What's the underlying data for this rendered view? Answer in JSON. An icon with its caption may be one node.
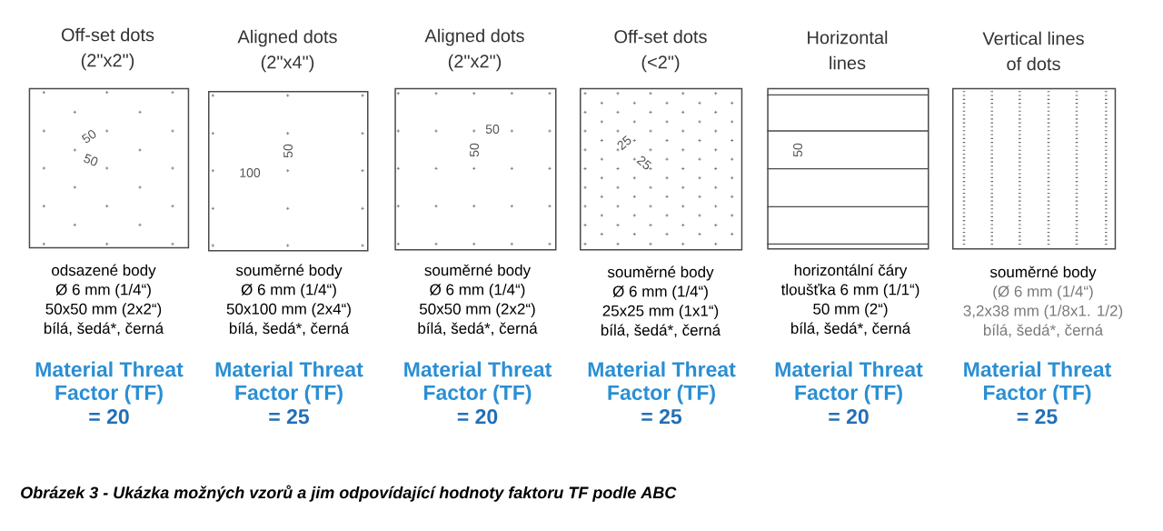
{
  "diagram": {
    "nodes": [
      {
        "text": [
          "Off-set dots (2\"x2\")",
          "50",
          "50"
        ],
        "beside": [
          "odsazené body",
          "Ø 6 mm (1/4“)",
          "50x50 mm (2x2“)",
          "bílá, šedá*, černá",
          "Material Threat Factor (TF)",
          "= 20"
        ]
      },
      {
        "text": [
          "Aligned dots (2\"x4\")",
          "50",
          "100"
        ],
        "beside": [
          "souměrné body",
          "Ø 6 mm (1/4“)",
          "50x100 mm (2x4“)",
          "bílá, šedá*, černá",
          "Material Threat Factor (TF)",
          "= 25"
        ]
      },
      {
        "text": [
          "Aligned dots (2\"x2\")",
          "50",
          "50"
        ],
        "beside": [
          "souměrné body",
          "Ø 6 mm (1/4“)",
          "50x50 mm (2x2“)",
          "bílá, šedá*, černá",
          "Material Threat Factor (TF)",
          "= 20"
        ]
      },
      {
        "text": [
          "Off-set dots (<2\")",
          "25",
          "25"
        ],
        "beside": [
          "souměrné body",
          "Ø 6 mm (1/4“)",
          "25x25 mm (1x1“)",
          "bílá, šedá*, černá",
          "Material Threat Factor (TF)",
          "= 25"
        ]
      },
      {
        "text": [
          "Horizontal lines",
          "50"
        ],
        "beside": [
          "horizontální čáry",
          "tloušťka 6 mm (1/1“)",
          "50 mm (2“)",
          "bílá, šedá*, černá",
          "Material Threat Factor (TF)",
          "= 20"
        ]
      },
      {
        "text": [
          "Vertical lines of dots"
        ],
        "beside": [
          "souměrné body",
          "(Ø 6 mm (1/4“)",
          "3,2x38 mm (1/8x1. 1/2)",
          "bílá, šedá*, černá",
          "Material Threat Factor (TF)",
          "= 25"
        ]
      }
    ],
    "caption": "Obrázek 3 - Ukázka možných vzorů a jim odpovídající hodnoty faktoru TF podle ABC"
  }
}
